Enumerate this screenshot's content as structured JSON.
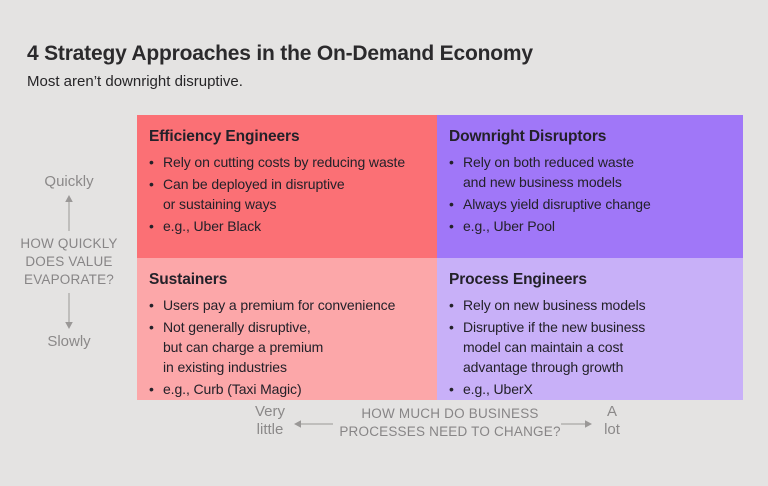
{
  "ui": {
    "bullet_char": "•"
  },
  "colors": {
    "background": "#e4e3e2",
    "quad_top_left": "#fb7075",
    "quad_top_right": "#a077f8",
    "quad_bottom_left": "#fca7a9",
    "quad_bottom_right": "#c8b0f8",
    "axis_text": "#8b8989",
    "arrow": "#9a9897",
    "text_dark": "#232129"
  },
  "header": {
    "title": "4 Strategy Approaches in the On-Demand Economy",
    "subtitle": "Most aren’t downright disruptive."
  },
  "quadrants": [
    {
      "title": "Efficiency Engineers",
      "bullets": [
        "Rely on cutting costs by reducing waste",
        "Can be deployed in disruptive\nor sustaining ways",
        "e.g., Uber Black"
      ]
    },
    {
      "title": "Downright Disruptors",
      "bullets": [
        "Rely on both reduced waste\nand new business models",
        "Always yield disruptive change",
        "e.g., Uber Pool"
      ]
    },
    {
      "title": "Sustainers",
      "bullets": [
        "Users pay a premium for convenience",
        "Not generally disruptive,\nbut can charge a premium\nin existing industries",
        "e.g., Curb (Taxi Magic)"
      ]
    },
    {
      "title": "Process Engineers",
      "bullets": [
        "Rely on new business models",
        "Disruptive if the new business\nmodel can maintain a cost\nadvantage through growth",
        "e.g., UberX"
      ]
    }
  ],
  "y_axis": {
    "top_label": "Quickly",
    "question": "HOW QUICKLY\nDOES VALUE\nEVAPORATE?",
    "bottom_label": "Slowly"
  },
  "x_axis": {
    "left_label": "Very\nlittle",
    "question": "HOW MUCH DO BUSINESS\nPROCESSES NEED TO CHANGE?",
    "right_label": "A\nlot"
  }
}
